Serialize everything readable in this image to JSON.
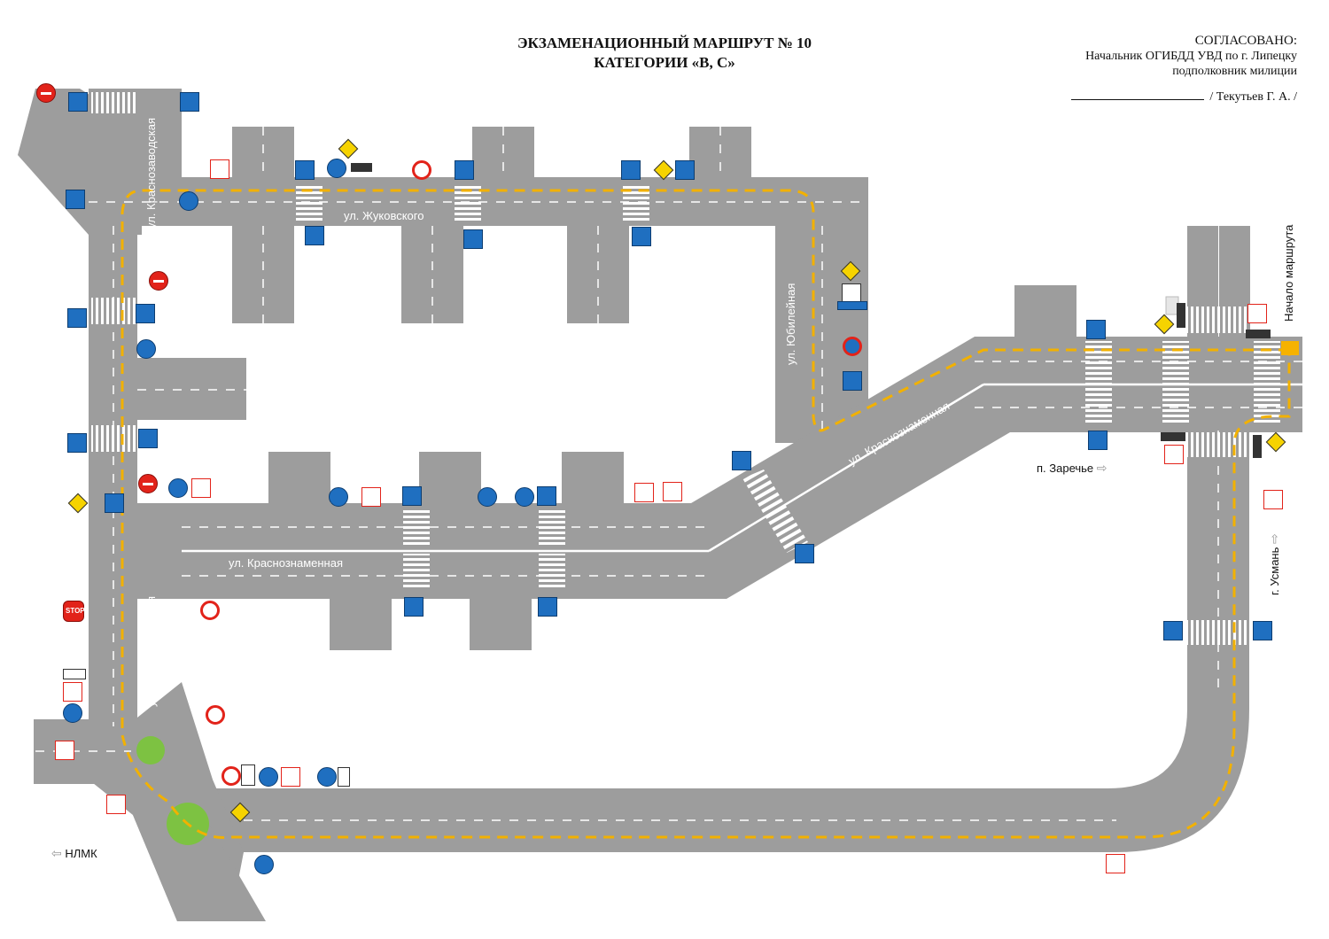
{
  "title": {
    "line1": "ЭКЗАМЕНАЦИОННЫЙ МАРШРУТ № 10",
    "line2": "КАТЕГОРИИ «В, С»"
  },
  "approval": {
    "header": "СОГЛАСОВАНО:",
    "position": "Начальник ОГИБДД УВД по г. Липецку",
    "rank": "подполковник милиции",
    "signature": "/ Текутьев Г. А. /"
  },
  "streets": {
    "zhukovskogo": "ул. Жуковского",
    "krasnozavodskaya_top": "ул. Краснозаводская",
    "krasnozavodskaya_bottom": "ул. Краснозаводская",
    "yubileynaya": "ул. Юбилейная",
    "krasnoznamennaya_main": "ул. Краснознаменная",
    "krasnoznamennaya_diag": "ул. Краснознаменная"
  },
  "destinations": {
    "zarechye": "п. Заречье",
    "usman": "г. Усмань",
    "nlmk": "НЛМК"
  },
  "route_start": "Начало маршрута",
  "stop_sign": "STOP",
  "colors": {
    "road": "#9d9d9d",
    "marking": "#ffffff",
    "route": "#f2b100",
    "roundabout": "#7dc242",
    "sign_blue": "#1f6fc0",
    "sign_red": "#e2231a",
    "priority_yellow": "#f6d300"
  },
  "sign_icons": [
    "no-entry-icon",
    "pedestrian-crossing-icon",
    "children-icon",
    "priority-road-icon",
    "traffic-light-icon",
    "no-left-turn-icon",
    "turn-left-icon",
    "give-way-icon",
    "roundabout-icon",
    "no-stopping-icon",
    "one-way-icon",
    "stop-icon",
    "road-narrows-icon",
    "no-trucks-icon"
  ]
}
